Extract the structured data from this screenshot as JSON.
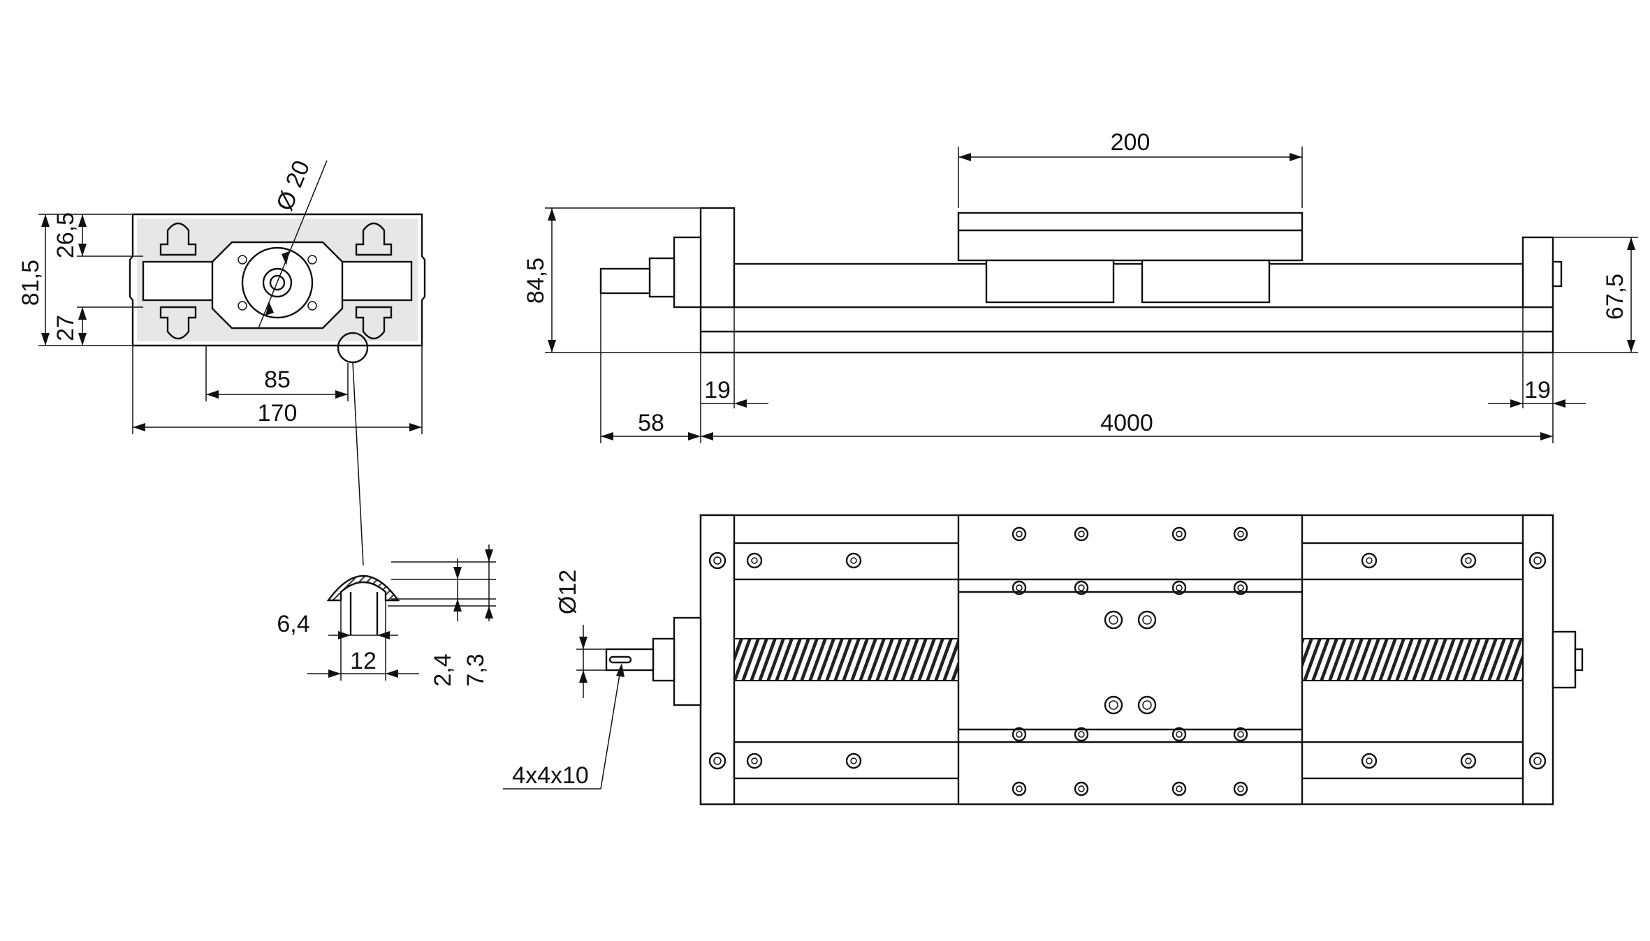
{
  "end_view": {
    "dim_total_height": "81,5",
    "dim_top": "26,5",
    "dim_bottom": "27",
    "dim_diameter": "Ø 20",
    "dim_slot_spacing": "85",
    "dim_width": "170"
  },
  "side_view": {
    "dim_carriage_length": "200",
    "dim_height_left": "84,5",
    "dim_height_right": "67,5",
    "dim_end_left": "19",
    "dim_end_right": "19",
    "dim_shaft": "58",
    "dim_length": "4000"
  },
  "slot_detail": {
    "dim_opening": "6,4",
    "dim_width": "12",
    "dim_depth_small": "2,4",
    "dim_depth_total": "7,3"
  },
  "top_view": {
    "dim_shaft_diameter": "Ø12",
    "dim_key": "4x4x10"
  }
}
